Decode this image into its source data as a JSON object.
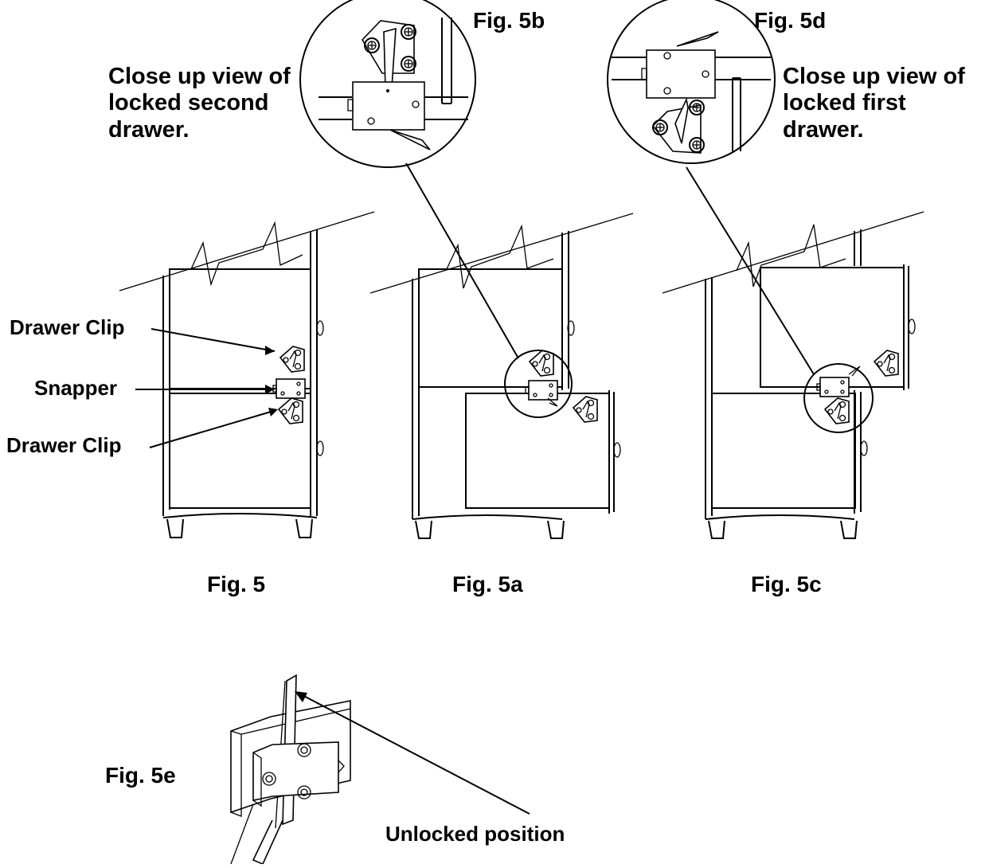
{
  "figures": {
    "fig5": "Fig. 5",
    "fig5a": "Fig. 5a",
    "fig5b": "Fig. 5b",
    "fig5c": "Fig. 5c",
    "fig5d": "Fig. 5d",
    "fig5e": "Fig. 5e"
  },
  "notes": {
    "second_drawer": "Close up view of\nlocked second\ndrawer.",
    "first_drawer": "Close up view of\nlocked first\ndrawer."
  },
  "callouts": {
    "drawer_clip_top": "Drawer Clip",
    "snapper": "Snapper",
    "drawer_clip_bottom": "Drawer Clip",
    "unlocked_position": "Unlocked position"
  }
}
